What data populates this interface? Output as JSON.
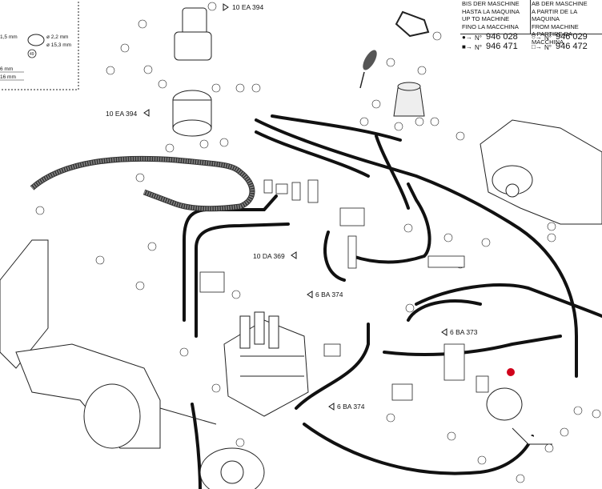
{
  "inset": {
    "dim_small": "ø 2,2 mm",
    "dim_large": "ø 15,3 mm",
    "label_a": "1,5 mm",
    "label_b": "6 mm",
    "label_c": "16 mm",
    "callout": "49"
  },
  "legend": {
    "bis": [
      "BIS DER MASCHINE",
      "HASTA LA MAQUINA",
      "UP TO MACHINE",
      "FINO LA MACCHINA"
    ],
    "ab": [
      "AB DER MASCHINE",
      "A PARTIR DE LA MAQUINA",
      "FROM MACHINE",
      "A PARTIRE DA MACCHINA"
    ],
    "num_up_1": "946 028",
    "num_up_2": "946 471",
    "num_from_1": "946 029",
    "num_from_2": "946 472",
    "mark_n": "N°"
  },
  "refs": {
    "r1": "10 EA 394",
    "r2": "10 EA 394",
    "r3": "10 DA 369",
    "r4": "6 BA 374",
    "r5": "6 BA 373",
    "r6": "6 BA 374"
  },
  "icons": {
    "arrow": "reference-arrow-icon",
    "highlight_color": "#d0021b",
    "line_color": "#111111"
  }
}
